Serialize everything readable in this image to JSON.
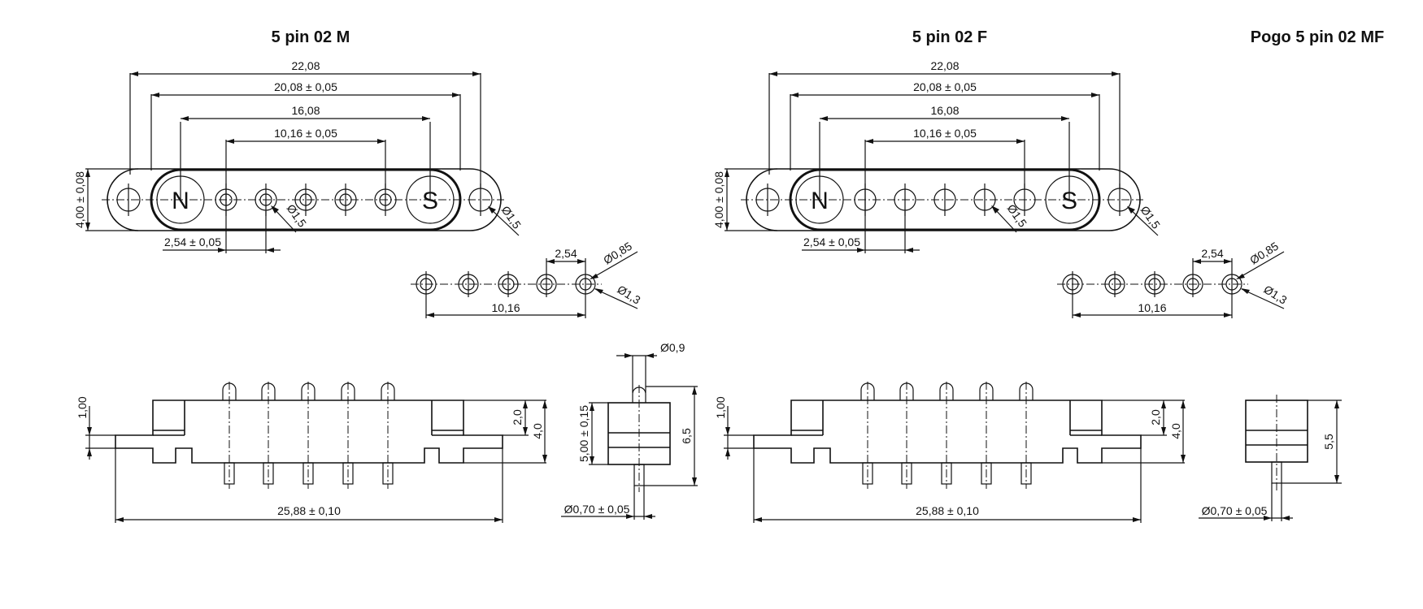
{
  "titles": {
    "left": "5 pin 02  M",
    "middle": "5 pin 02  F",
    "right": "Pogo 5 pin 02 MF"
  },
  "magnet_labels": {
    "north": "N",
    "south": "S"
  },
  "male_top": {
    "overall_width": "22,08",
    "magnet_outer": "20,08 ± 0,05",
    "magnet_centers": "16,08",
    "pin_span": "10,16 ± 0,05",
    "height": "4,00 ± 0,08",
    "pitch": "2,54 ± 0,05",
    "pin_hole_dia": "Ø1,5",
    "mount_hole_dia": "Ø1,5"
  },
  "female_top": {
    "overall_width": "22,08",
    "magnet_outer": "20,08 ± 0,05",
    "magnet_centers": "16,08",
    "pin_span": "10,16 ± 0,05",
    "height": "4,00 ± 0,08",
    "pitch": "2,54 ± 0,05",
    "pin_hole_dia": "Ø1,5",
    "mount_hole_dia": "Ø1,5"
  },
  "pcb_left": {
    "pitch": "2,54",
    "outer_dia": "Ø0,85",
    "pad_dia": "Ø1,3",
    "span": "10,16"
  },
  "pcb_right": {
    "pitch": "2,54",
    "outer_dia": "Ø0,85",
    "pad_dia": "Ø1,3",
    "span": "10,16"
  },
  "male_side": {
    "flange": "1,00",
    "step": "2,0",
    "height": "4,0",
    "length": "25,88 ± 0,10"
  },
  "male_end": {
    "tip_dia": "Ø0,9",
    "body_height": "5,00 ± 0,15",
    "total_height": "6,5",
    "tail_dia": "Ø0,70 ± 0,05"
  },
  "female_side": {
    "flange": "1,00",
    "step": "2,0",
    "height": "4,0",
    "length": "25,88 ± 0,10"
  },
  "female_end": {
    "total_height": "5,5",
    "tail_dia": "Ø0,70 ± 0,05"
  }
}
